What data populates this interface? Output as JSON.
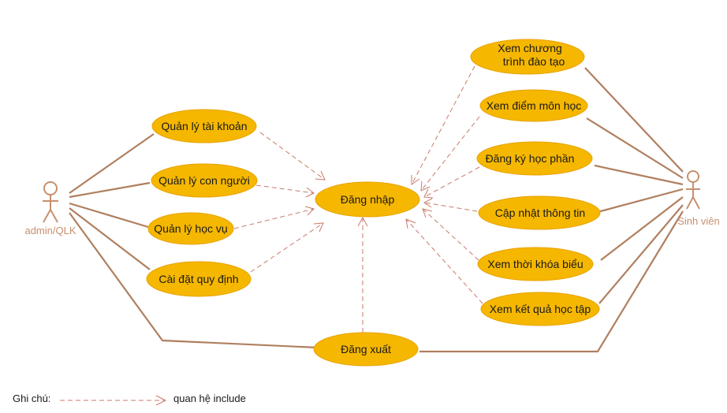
{
  "actors": {
    "admin": {
      "label": "admin/QLK"
    },
    "student": {
      "label": "Sinh viên"
    }
  },
  "use_cases": {
    "quan_ly_tai_khoan": {
      "lines": [
        "Quản lý tài khoản"
      ]
    },
    "quan_ly_con_nguoi": {
      "lines": [
        "Quản lý con người"
      ]
    },
    "quan_ly_hoc_vu": {
      "lines": [
        "Quản lý học vụ"
      ]
    },
    "cai_dat_quy_dinh": {
      "lines": [
        "Cài đặt quy định"
      ]
    },
    "dang_nhap": {
      "lines": [
        "Đăng nhập"
      ]
    },
    "dang_xuat": {
      "lines": [
        "Đăng xuất"
      ]
    },
    "xem_chuong_trinh": {
      "lines": [
        "Xem chương",
        "trình đào tạo"
      ]
    },
    "xem_diem": {
      "lines": [
        "Xem điểm môn học"
      ]
    },
    "dang_ky": {
      "lines": [
        "Đăng ký học phần"
      ]
    },
    "cap_nhat": {
      "lines": [
        "Cập nhật thông tin"
      ]
    },
    "xem_tkb": {
      "lines": [
        "Xem thời khóa biểu"
      ]
    },
    "xem_kq": {
      "lines": [
        "Xem kết quả học tập"
      ]
    }
  },
  "legend": {
    "prefix": "Ghi chú:",
    "meaning": "quan hệ include"
  },
  "colors": {
    "use_case_fill": "#f5b700",
    "actor": "#c8906e",
    "association": "#b07f5f",
    "include": "#c97a6a"
  }
}
